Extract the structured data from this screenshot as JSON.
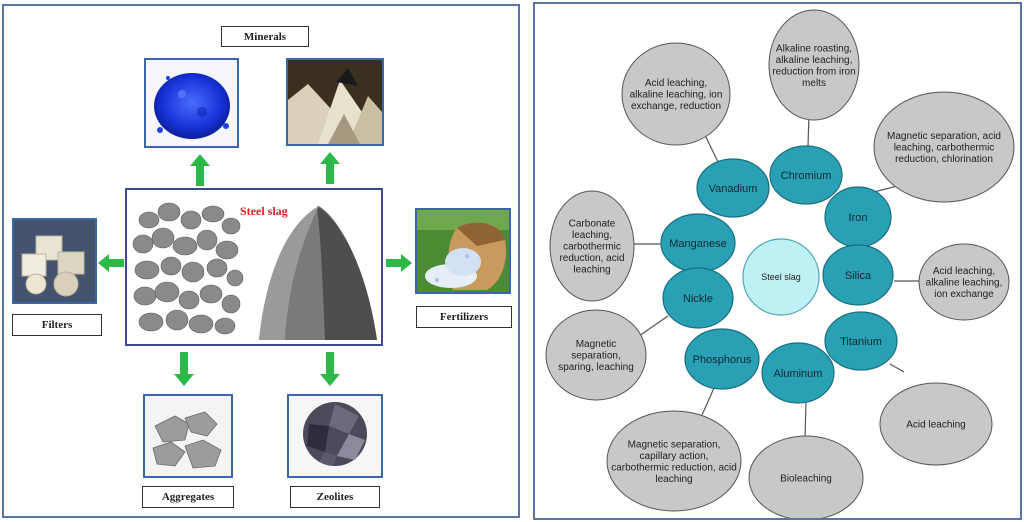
{
  "left": {
    "center_label": "Steel slag",
    "labels": {
      "minerals": "Minerals",
      "filters": "Filters",
      "fertilizers": "Fertilizers",
      "aggregates": "Aggregates",
      "zeolites": "Zeolites"
    },
    "arrow_color": "#2db84a"
  },
  "right": {
    "center": "Steel slag",
    "elements": [
      {
        "id": "chromium",
        "label": "Chromium"
      },
      {
        "id": "vanadium",
        "label": "Vanadium"
      },
      {
        "id": "iron",
        "label": "Iron"
      },
      {
        "id": "manganese",
        "label": "Manganese"
      },
      {
        "id": "silica",
        "label": "Silica"
      },
      {
        "id": "nickle",
        "label": "Nickle"
      },
      {
        "id": "titanium",
        "label": "Titanium"
      },
      {
        "id": "phosphorus",
        "label": "Phosphorus"
      },
      {
        "id": "aluminum",
        "label": "Aluminum"
      }
    ],
    "methods": [
      {
        "id": "chromium",
        "lines": [
          "Alkaline roasting,",
          "alkaline leaching,",
          "reduction from iron",
          "melts"
        ]
      },
      {
        "id": "vanadium",
        "lines": [
          "Acid leaching,",
          "alkaline leaching, ion",
          "exchange, reduction"
        ]
      },
      {
        "id": "iron",
        "lines": [
          "Magnetic separation, acid",
          "leaching, carbothermic",
          "reduction, chlorination"
        ]
      },
      {
        "id": "manganese",
        "lines": [
          "Carbonate",
          "leaching,",
          "carbothermic",
          "reduction, acid",
          "leaching"
        ]
      },
      {
        "id": "silica",
        "lines": [
          "Acid leaching,",
          "alkaline leaching,",
          "ion exchange"
        ]
      },
      {
        "id": "nickle",
        "lines": [
          "Magnetic",
          "separation,",
          "sparing, leaching"
        ]
      },
      {
        "id": "titanium",
        "lines": [
          "Acid leaching"
        ]
      },
      {
        "id": "phosphorus",
        "lines": [
          "Magnetic separation,",
          "capillary action,",
          "carbothermic reduction, acid",
          "leaching"
        ]
      },
      {
        "id": "aluminum",
        "lines": [
          "Bioleaching"
        ]
      }
    ],
    "colors": {
      "element": "#2aa0b4",
      "element_stroke": "#1b6f80",
      "center": "#bff0f4",
      "method": "#c8c8c8"
    }
  }
}
